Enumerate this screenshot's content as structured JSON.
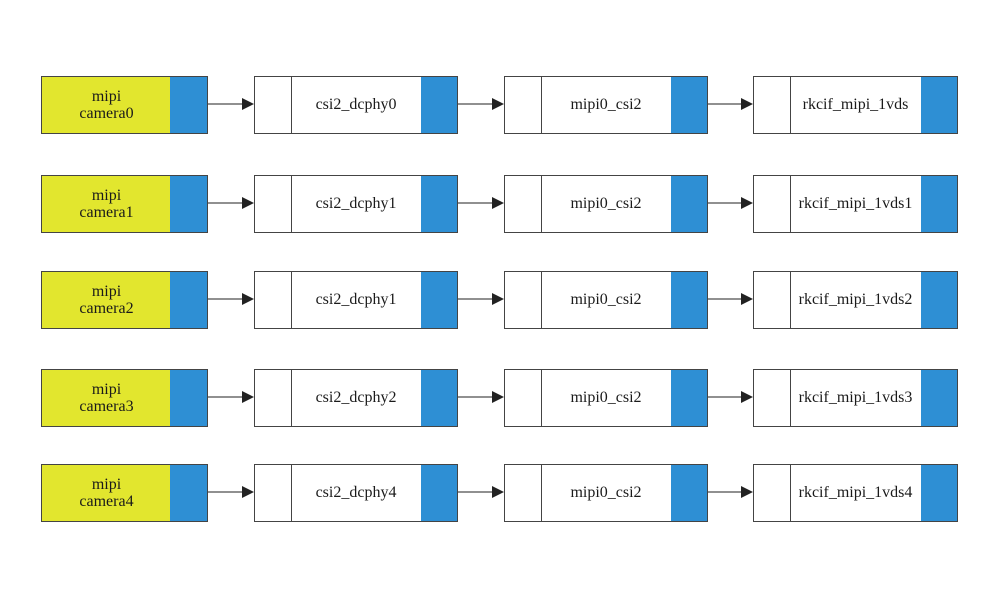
{
  "rows": [
    {
      "camera_line1": "mipi",
      "camera_line2": "camera0",
      "dphy": "csi2_dcphy0",
      "csi": "mipi0_csi2",
      "vds": "rkcif_mipi_1vds"
    },
    {
      "camera_line1": "mipi",
      "camera_line2": "camera1",
      "dphy": "csi2_dcphy1",
      "csi": "mipi0_csi2",
      "vds": "rkcif_mipi_1vds1"
    },
    {
      "camera_line1": "mipi",
      "camera_line2": "camera2",
      "dphy": "csi2_dcphy1",
      "csi": "mipi0_csi2",
      "vds": "rkcif_mipi_1vds2"
    },
    {
      "camera_line1": "mipi",
      "camera_line2": "camera3",
      "dphy": "csi2_dcphy2",
      "csi": "mipi0_csi2",
      "vds": "rkcif_mipi_1vds3"
    },
    {
      "camera_line1": "mipi",
      "camera_line2": "camera4",
      "dphy": "csi2_dcphy4",
      "csi": "mipi0_csi2",
      "vds": "rkcif_mipi_1vds4"
    }
  ],
  "colors": {
    "camera_fill": "#e2e62e",
    "port_fill": "#2e8fd4",
    "line": "#444444"
  }
}
